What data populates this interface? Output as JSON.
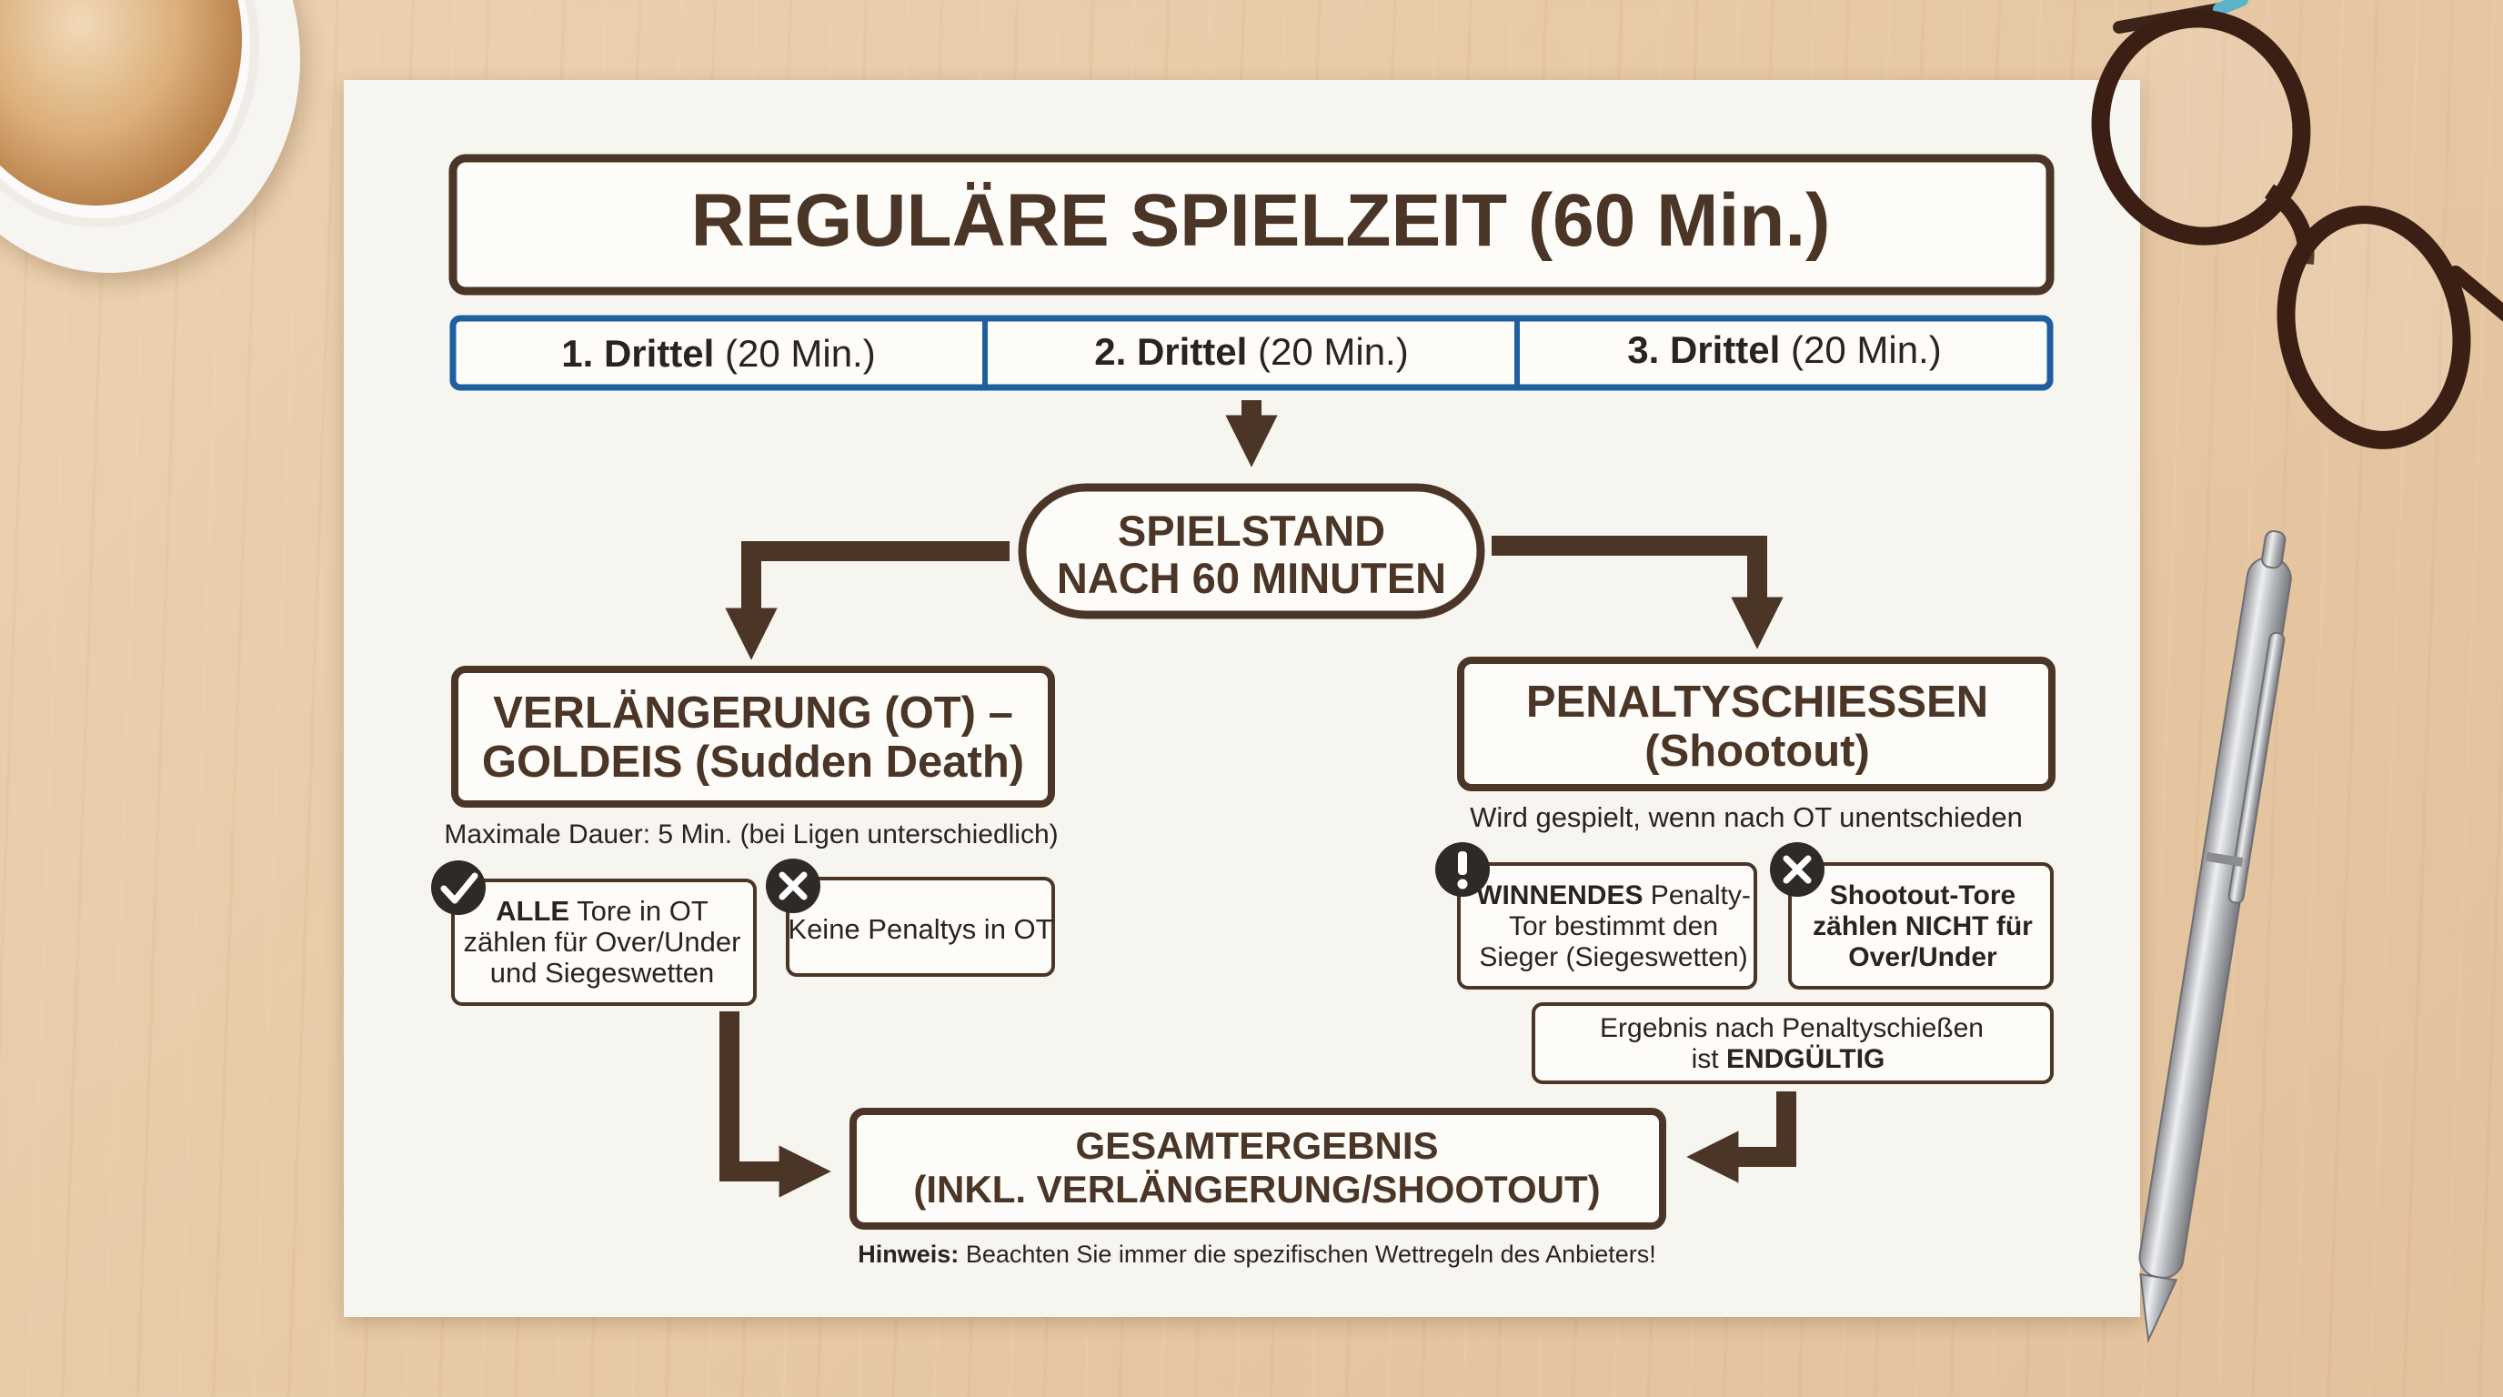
{
  "header": {
    "title": "REGULÄRE SPIELZEIT (60 Min.)",
    "periods": [
      {
        "name": "1. Drittel",
        "duration": "(20 Min.)"
      },
      {
        "name": "2. Drittel",
        "duration": "(20 Min.)"
      },
      {
        "name": "3. Drittel",
        "duration": "(20 Min.)"
      }
    ]
  },
  "score_node": {
    "line1": "SPIELSTAND",
    "line2": "NACH 60 MINUTEN"
  },
  "overtime": {
    "title_line1": "VERLÄNGERUNG (OT) –",
    "title_line2": "GOLDEIS (Sudden Death)",
    "duration_note": "Maximale Dauer: 5 Min. (bei Ligen unterschiedlich)",
    "goals_rule": {
      "bold": "ALLE",
      "line1_rest": " Tore in OT",
      "line2": "zählen für Over/Under",
      "line3": "und Siegeswetten"
    },
    "no_penalty": "Keine Penaltys in OT"
  },
  "shootout": {
    "title_line1": "PENALTYSCHIESSEN",
    "title_line2": "(Shootout)",
    "note": "Wird gespielt, wenn nach OT unentschieden",
    "winning_rule": {
      "bold": "WINNENDES",
      "line1_rest": " Penalty-",
      "line2": "Tor bestimmt den",
      "line3": "Sieger (Siegeswetten)"
    },
    "goals_rule": {
      "line1": "Shootout-Tore",
      "line2": "zählen NICHT für",
      "line3": "Over/Under"
    },
    "final_rule": {
      "line1": "Ergebnis nach Penaltyschießen",
      "line2_pre": "ist ",
      "line2_bold": "ENDGÜLTIG"
    }
  },
  "result": {
    "line1": "GESAMTERGEBNIS",
    "line2": "(INKL. VERLÄNGERUNG/SHOOTOUT)"
  },
  "footer": {
    "label": "Hinweis:",
    "text": " Beachten Sie immer die spezifischen Wettregeln des Anbieters!"
  },
  "colors": {
    "brown": "#4a3526",
    "blue": "#1f5fa0",
    "paper": "#f7f5ef",
    "icon_fill": "#2f2a26"
  },
  "icons": [
    "check-icon",
    "close-icon",
    "exclamation-icon"
  ]
}
